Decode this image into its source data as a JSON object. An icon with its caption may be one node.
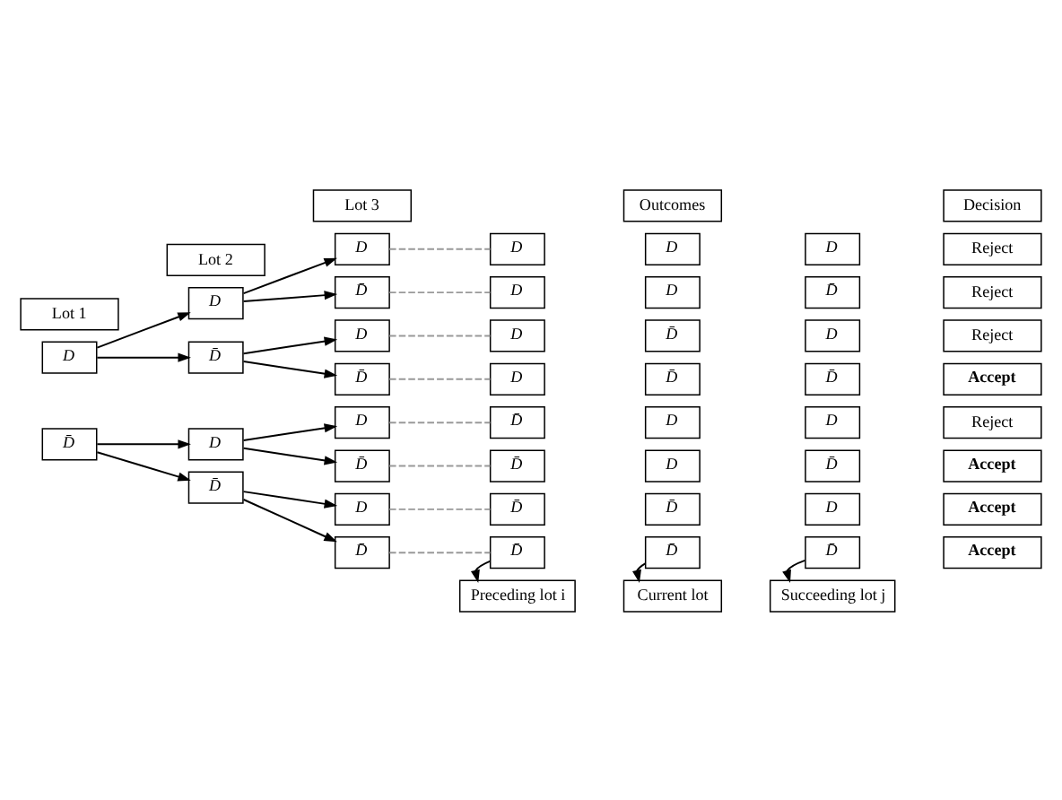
{
  "diagram": {
    "nodes": [
      {
        "text": [
          "Lot 1"
        ]
      },
      {
        "text": [
          "Lot 2"
        ]
      },
      {
        "text": [
          "Lot 3"
        ]
      },
      {
        "text": [
          "Outcomes"
        ]
      },
      {
        "text": [
          "Decision"
        ]
      },
      {
        "text": [
          "D"
        ]
      },
      {
        "text": [
          "D̄"
        ]
      },
      {
        "text": [
          "D"
        ]
      },
      {
        "text": [
          "D̄"
        ]
      },
      {
        "text": [
          "D"
        ]
      },
      {
        "text": [
          "D̄"
        ]
      },
      {
        "text": [
          "D"
        ]
      },
      {
        "text": [
          "D̄"
        ]
      },
      {
        "text": [
          "D"
        ]
      },
      {
        "text": [
          "D̄"
        ]
      },
      {
        "text": [
          "D"
        ]
      },
      {
        "text": [
          "D̄"
        ]
      },
      {
        "text": [
          "D"
        ]
      },
      {
        "text": [
          "D̄"
        ]
      },
      {
        "text": [
          "D"
        ]
      },
      {
        "text": [
          "D"
        ]
      },
      {
        "text": [
          "D"
        ]
      },
      {
        "text": [
          "D"
        ]
      },
      {
        "text": [
          "D"
        ]
      },
      {
        "text": [
          "D̄"
        ]
      },
      {
        "text": [
          "D"
        ]
      },
      {
        "text": [
          "D̄"
        ]
      },
      {
        "text": [
          "D"
        ]
      },
      {
        "text": [
          "D"
        ]
      },
      {
        "text": [
          "D̄"
        ]
      },
      {
        "text": [
          "D̄"
        ]
      },
      {
        "text": [
          "D̄"
        ]
      },
      {
        "text": [
          "D"
        ]
      },
      {
        "text": [
          "D"
        ]
      },
      {
        "text": [
          "D̄"
        ]
      },
      {
        "text": [
          "D"
        ]
      },
      {
        "text": [
          "D̄"
        ]
      },
      {
        "text": [
          "D̄"
        ]
      },
      {
        "text": [
          "D̄"
        ]
      },
      {
        "text": [
          "D"
        ]
      },
      {
        "text": [
          "D̄"
        ]
      },
      {
        "text": [
          "D̄"
        ]
      },
      {
        "text": [
          "D̄"
        ]
      },
      {
        "text": [
          "Reject"
        ]
      },
      {
        "text": [
          "Reject"
        ]
      },
      {
        "text": [
          "Reject"
        ]
      },
      {
        "text": [
          "Accept"
        ]
      },
      {
        "text": [
          "Reject"
        ]
      },
      {
        "text": [
          "Accept"
        ]
      },
      {
        "text": [
          "Accept"
        ]
      },
      {
        "text": [
          "Accept"
        ]
      },
      {
        "text": [
          "Preceding lot i"
        ]
      },
      {
        "text": [
          "Current lot"
        ]
      },
      {
        "text": [
          "Succeeding lot j"
        ]
      }
    ],
    "edges": [
      {
        "from": 5,
        "to": 7,
        "arrow": "to"
      },
      {
        "from": 5,
        "to": 8,
        "arrow": "to"
      },
      {
        "from": 6,
        "to": 9,
        "arrow": "to"
      },
      {
        "from": 6,
        "to": 10,
        "arrow": "to"
      },
      {
        "from": 7,
        "to": 11,
        "arrow": "to"
      },
      {
        "from": 7,
        "to": 12,
        "arrow": "to"
      },
      {
        "from": 8,
        "to": 13,
        "arrow": "to"
      },
      {
        "from": 8,
        "to": 14,
        "arrow": "to"
      },
      {
        "from": 9,
        "to": 15,
        "arrow": "to"
      },
      {
        "from": 9,
        "to": 16,
        "arrow": "to"
      },
      {
        "from": 10,
        "to": 17,
        "arrow": "to"
      },
      {
        "from": 10,
        "to": 18,
        "arrow": "to"
      },
      {
        "from": 11,
        "to": 19,
        "arrow": "none",
        "style": "dashed",
        "color": "#999999"
      },
      {
        "from": 12,
        "to": 22,
        "arrow": "none",
        "style": "dashed",
        "color": "#999999"
      },
      {
        "from": 13,
        "to": 25,
        "arrow": "none",
        "style": "dashed",
        "color": "#999999"
      },
      {
        "from": 14,
        "to": 28,
        "arrow": "none",
        "style": "dashed",
        "color": "#999999"
      },
      {
        "from": 15,
        "to": 31,
        "arrow": "none",
        "style": "dashed",
        "color": "#999999"
      },
      {
        "from": 16,
        "to": 34,
        "arrow": "none",
        "style": "dashed",
        "color": "#999999"
      },
      {
        "from": 17,
        "to": 37,
        "arrow": "none",
        "style": "dashed",
        "color": "#999999"
      },
      {
        "from": 18,
        "to": 40,
        "arrow": "none",
        "style": "dashed",
        "color": "#999999"
      },
      {
        "from": 40,
        "to": 51,
        "arrow": "to"
      },
      {
        "from": 41,
        "to": 52,
        "arrow": "to"
      },
      {
        "from": 42,
        "to": 53,
        "arrow": "to"
      }
    ]
  }
}
